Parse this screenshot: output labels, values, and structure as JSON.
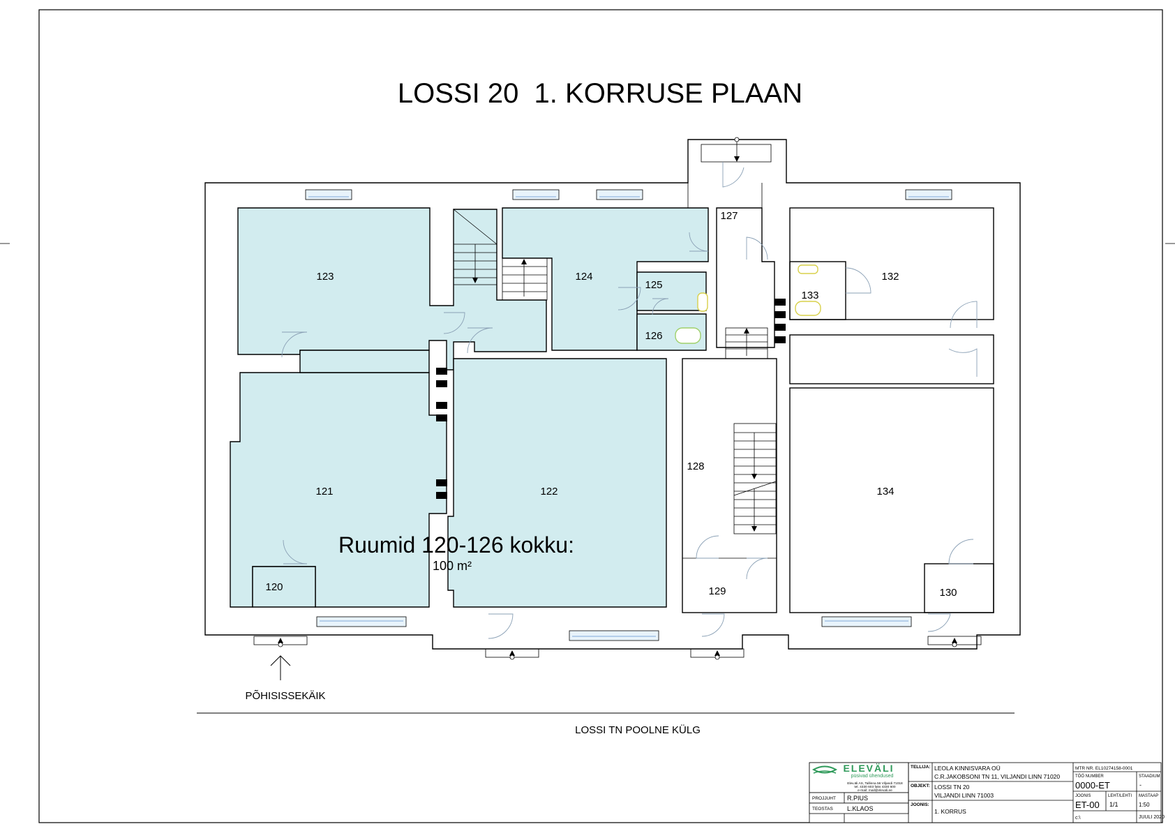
{
  "title": "LOSSI 20  1. KORRUSE PLAAN",
  "summary": {
    "heading": "Ruumid 120-126 kokku:",
    "area": "100 m²"
  },
  "rooms": [
    "120",
    "121",
    "122",
    "123",
    "124",
    "125",
    "126",
    "127",
    "128",
    "129",
    "130",
    "132",
    "133",
    "134"
  ],
  "entrance_label": "PÕHISISSEKÄIK",
  "street_label": "LOSSI TN POOLNE KÜLG",
  "colors": {
    "highlight_fill": "#d2ecef",
    "logo_green": "#2f9a5a"
  },
  "title_block": {
    "logo_name": "ELEVÄLI",
    "logo_tagline": "püsivad ühendused",
    "company_lines": [
      "Elev.äli AS, Tallinna 56 Viljandi 71018",
      "tel. 4330 603 faks 4330 600",
      "e-mail: mail@elevali.ee"
    ],
    "projjuht_label": "PROJJUHT",
    "projjuht_value": "R.PIUS",
    "teostas_label": "TEOSTAS",
    "teostas_value": "L.KLAOS",
    "tellija_label": "TELLIJA:",
    "tellija_line1": "LEOLA KINNISVARA OÜ",
    "tellija_line2": "C.R.JAKOBSONI TN 11, VILJANDI LINN 71020",
    "objekt_label": "OBJEKT:",
    "objekt_line1": "LOSSI TN 20",
    "objekt_line2": "VILJANDI LINN 71003",
    "joonis_label": "JOONIS:",
    "joonis_value": "1. KORRUS",
    "mtr": "MTR NR. EL10274158-0001",
    "too_number_label": "TÖÖ NUMBER",
    "too_number_value": "0000-ET",
    "staadium_label": "STAADIUM",
    "staadium_value": "-",
    "joonis2_label": "JOONIS",
    "joonis2_value": "ET-00",
    "leht_label": "LEHT/LEHTI",
    "leht_value": "1/1",
    "mastaap_label": "MASTAAP",
    "mastaap_value": "1:50",
    "path": "c:\\",
    "date": "JUULI 2020"
  }
}
